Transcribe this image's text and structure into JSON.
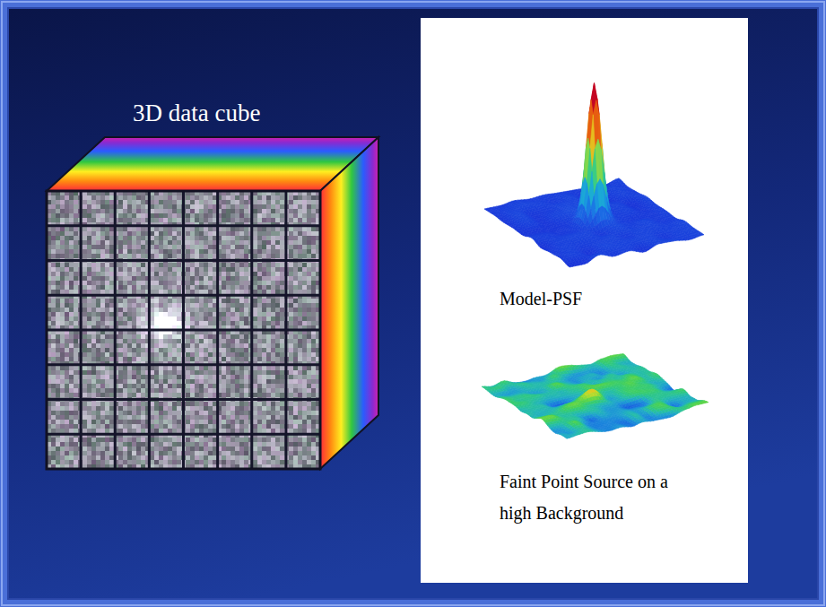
{
  "diagram": {
    "nodes": [
      {
        "text": [
          "Model-PSF",
          "Faint Point Source on a high Background"
        ]
      }
    ],
    "labels": [
      "3D data cube"
    ]
  }
}
